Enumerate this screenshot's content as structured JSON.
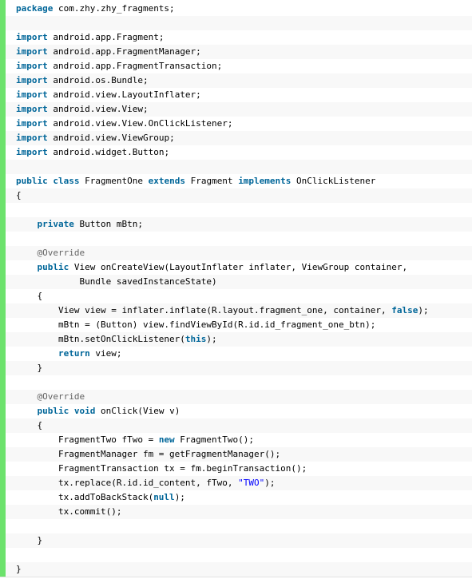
{
  "colors": {
    "keyword": "#006699",
    "annotation": "#646464",
    "string": "#0000ff",
    "gutter": "#6ce26c",
    "alt_row": "#f8f8f8"
  },
  "code": {
    "lines": [
      [
        {
          "t": "kw",
          "v": "package"
        },
        {
          "t": "pl",
          "v": " com.zhy.zhy_fragments;"
        }
      ],
      [],
      [
        {
          "t": "kw",
          "v": "import"
        },
        {
          "t": "pl",
          "v": " android.app.Fragment;"
        }
      ],
      [
        {
          "t": "kw",
          "v": "import"
        },
        {
          "t": "pl",
          "v": " android.app.FragmentManager;"
        }
      ],
      [
        {
          "t": "kw",
          "v": "import"
        },
        {
          "t": "pl",
          "v": " android.app.FragmentTransaction;"
        }
      ],
      [
        {
          "t": "kw",
          "v": "import"
        },
        {
          "t": "pl",
          "v": " android.os.Bundle;"
        }
      ],
      [
        {
          "t": "kw",
          "v": "import"
        },
        {
          "t": "pl",
          "v": " android.view.LayoutInflater;"
        }
      ],
      [
        {
          "t": "kw",
          "v": "import"
        },
        {
          "t": "pl",
          "v": " android.view.View;"
        }
      ],
      [
        {
          "t": "kw",
          "v": "import"
        },
        {
          "t": "pl",
          "v": " android.view.View.OnClickListener;"
        }
      ],
      [
        {
          "t": "kw",
          "v": "import"
        },
        {
          "t": "pl",
          "v": " android.view.ViewGroup;"
        }
      ],
      [
        {
          "t": "kw",
          "v": "import"
        },
        {
          "t": "pl",
          "v": " android.widget.Button;"
        }
      ],
      [],
      [
        {
          "t": "kw",
          "v": "public"
        },
        {
          "t": "pl",
          "v": " "
        },
        {
          "t": "kw",
          "v": "class"
        },
        {
          "t": "pl",
          "v": " FragmentOne "
        },
        {
          "t": "kw",
          "v": "extends"
        },
        {
          "t": "pl",
          "v": " Fragment "
        },
        {
          "t": "kw",
          "v": "implements"
        },
        {
          "t": "pl",
          "v": " OnClickListener"
        }
      ],
      [
        {
          "t": "pl",
          "v": "{"
        }
      ],
      [],
      [
        {
          "t": "pl",
          "v": "    "
        },
        {
          "t": "kw",
          "v": "private"
        },
        {
          "t": "pl",
          "v": " Button mBtn;"
        }
      ],
      [],
      [
        {
          "t": "pl",
          "v": "    "
        },
        {
          "t": "an",
          "v": "@Override"
        }
      ],
      [
        {
          "t": "pl",
          "v": "    "
        },
        {
          "t": "kw",
          "v": "public"
        },
        {
          "t": "pl",
          "v": " View onCreateView(LayoutInflater inflater, ViewGroup container,"
        }
      ],
      [
        {
          "t": "pl",
          "v": "            Bundle savedInstanceState)"
        }
      ],
      [
        {
          "t": "pl",
          "v": "    {"
        }
      ],
      [
        {
          "t": "pl",
          "v": "        View view = inflater.inflate(R.layout.fragment_one, container, "
        },
        {
          "t": "kw",
          "v": "false"
        },
        {
          "t": "pl",
          "v": ");"
        }
      ],
      [
        {
          "t": "pl",
          "v": "        mBtn = (Button) view.findViewById(R.id.id_fragment_one_btn);"
        }
      ],
      [
        {
          "t": "pl",
          "v": "        mBtn.setOnClickListener("
        },
        {
          "t": "kw",
          "v": "this"
        },
        {
          "t": "pl",
          "v": ");"
        }
      ],
      [
        {
          "t": "pl",
          "v": "        "
        },
        {
          "t": "kw",
          "v": "return"
        },
        {
          "t": "pl",
          "v": " view;"
        }
      ],
      [
        {
          "t": "pl",
          "v": "    }"
        }
      ],
      [],
      [
        {
          "t": "pl",
          "v": "    "
        },
        {
          "t": "an",
          "v": "@Override"
        }
      ],
      [
        {
          "t": "pl",
          "v": "    "
        },
        {
          "t": "kw",
          "v": "public"
        },
        {
          "t": "pl",
          "v": " "
        },
        {
          "t": "kw",
          "v": "void"
        },
        {
          "t": "pl",
          "v": " onClick(View v)"
        }
      ],
      [
        {
          "t": "pl",
          "v": "    {"
        }
      ],
      [
        {
          "t": "pl",
          "v": "        FragmentTwo fTwo = "
        },
        {
          "t": "kw",
          "v": "new"
        },
        {
          "t": "pl",
          "v": " FragmentTwo();"
        }
      ],
      [
        {
          "t": "pl",
          "v": "        FragmentManager fm = getFragmentManager();"
        }
      ],
      [
        {
          "t": "pl",
          "v": "        FragmentTransaction tx = fm.beginTransaction();"
        }
      ],
      [
        {
          "t": "pl",
          "v": "        tx.replace(R.id.id_content, fTwo, "
        },
        {
          "t": "st",
          "v": "\"TWO\""
        },
        {
          "t": "pl",
          "v": ");"
        }
      ],
      [
        {
          "t": "pl",
          "v": "        tx.addToBackStack("
        },
        {
          "t": "kw",
          "v": "null"
        },
        {
          "t": "pl",
          "v": ");"
        }
      ],
      [
        {
          "t": "pl",
          "v": "        tx.commit();"
        }
      ],
      [],
      [
        {
          "t": "pl",
          "v": "    }"
        }
      ],
      [],
      [
        {
          "t": "pl",
          "v": "}"
        }
      ]
    ]
  }
}
